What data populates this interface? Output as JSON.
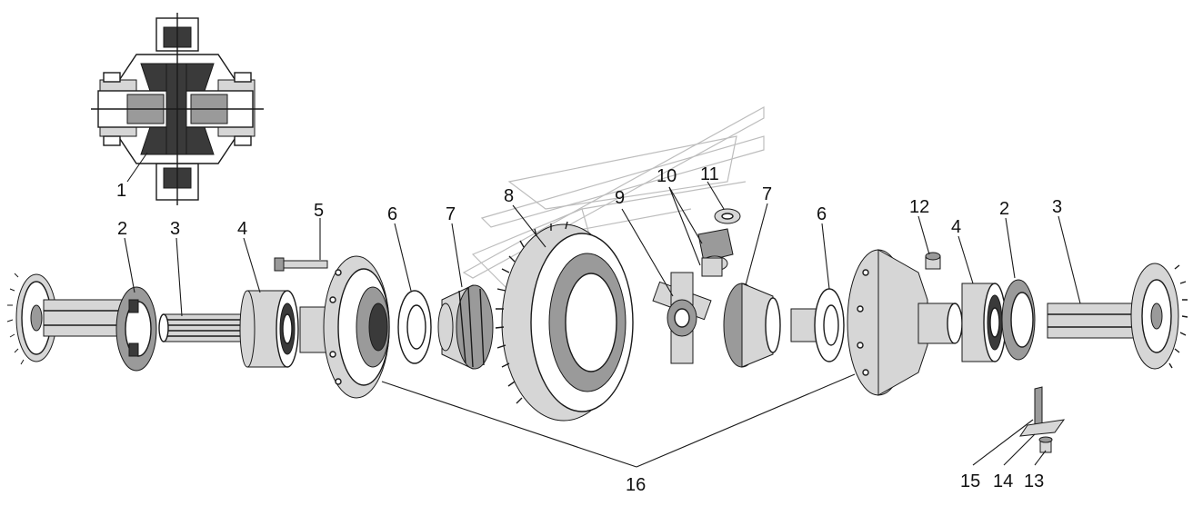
{
  "labels": {
    "l1": "1",
    "l2a": "2",
    "l3a": "3",
    "l4a": "4",
    "l5": "5",
    "l6a": "6",
    "l7a": "7",
    "l8": "8",
    "l9": "9",
    "l10": "10",
    "l11": "11",
    "l7b": "7",
    "l6b": "6",
    "l12": "12",
    "l4b": "4",
    "l2b": "2",
    "l3b": "3",
    "l13": "13",
    "l14": "14",
    "l15": "15",
    "l16": "16"
  },
  "colors": {
    "ink": "#1a1a1a",
    "dark_shade": "#3a3a3a",
    "mid_shade": "#9a9a9a",
    "light_shade": "#d6d6d6",
    "watermark": "#bdbdbd",
    "background": "#ffffff"
  }
}
